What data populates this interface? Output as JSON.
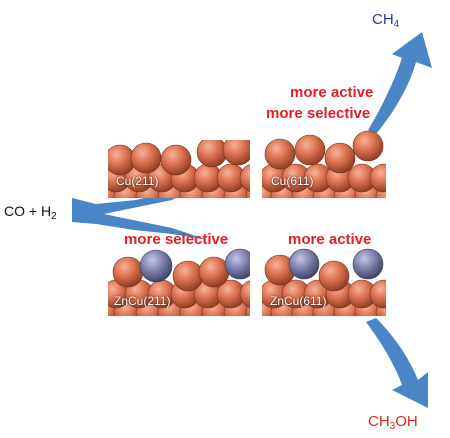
{
  "reactants": {
    "left": "CO + H",
    "sub": "2"
  },
  "products": {
    "methane": {
      "main": "CH",
      "sub": "4"
    },
    "methanol": {
      "pre": "CH",
      "sub": "3",
      "post": "OH"
    }
  },
  "annotations": {
    "cu611_line1": "more active",
    "cu611_line2": "more selective",
    "zncu211": "more selective",
    "zncu611": "more active"
  },
  "surfaces": {
    "cu211": "Cu(211)",
    "cu611": "Cu(611)",
    "zncu211": "ZnCu(211)",
    "zncu611": "ZnCu(611)"
  },
  "colors": {
    "copper": "#dd7452",
    "zinc": "#7e80a8",
    "arrow": "#4a86c6",
    "annotation": "#e41e26"
  }
}
